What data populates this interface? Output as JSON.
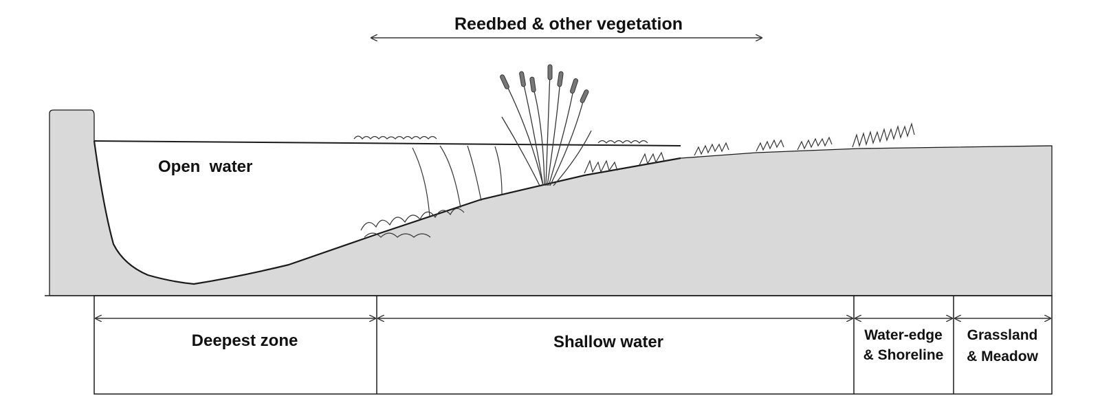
{
  "labels": {
    "reedbed": "Reedbed & other vegetation",
    "open_water": "Open  water"
  },
  "zones": [
    {
      "line1": "Deepest zone",
      "line2": ""
    },
    {
      "line1": "Shallow water",
      "line2": ""
    },
    {
      "line1": "Water-edge",
      "line2": "& Shoreline"
    },
    {
      "line1": "Grassland",
      "line2": "& Meadow"
    }
  ],
  "colors": {
    "ground": "#d9d9d9",
    "line": "#1a1a1a",
    "water": "#ffffff"
  }
}
